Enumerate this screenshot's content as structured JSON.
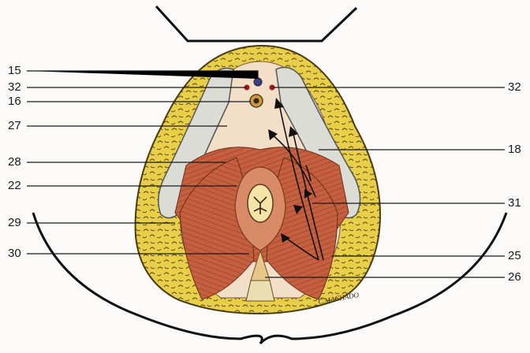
{
  "figure": {
    "colors": {
      "fat": "#e8cf4a",
      "fat_outline": "#4a3a12",
      "muscle": "#b8553a",
      "muscle_light": "#d98a66",
      "bone": "#dcdcd6",
      "membrane": "#f3dec8",
      "leader": "#1a1a1a"
    },
    "signature": "C.MACHADO"
  },
  "labels_left": [
    {
      "id": "l15",
      "text": "15"
    },
    {
      "id": "l32",
      "text": "32"
    },
    {
      "id": "l16",
      "text": "16"
    },
    {
      "id": "l27",
      "text": "27"
    },
    {
      "id": "l28",
      "text": "28"
    },
    {
      "id": "l22",
      "text": "22"
    },
    {
      "id": "l29",
      "text": "29"
    },
    {
      "id": "l30",
      "text": "30"
    }
  ],
  "labels_right": [
    {
      "id": "r32",
      "text": "32"
    },
    {
      "id": "r18",
      "text": "18"
    },
    {
      "id": "r31",
      "text": "31"
    },
    {
      "id": "r25",
      "text": "25"
    },
    {
      "id": "r26",
      "text": "26"
    }
  ]
}
